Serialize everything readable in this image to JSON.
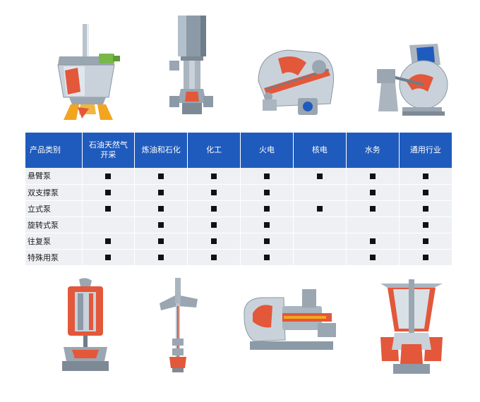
{
  "table": {
    "header": {
      "category": "产品类别",
      "industries": [
        "石油天然气\n开采",
        "炼油和石化",
        "化工",
        "火电",
        "核电",
        "水务",
        "通用行业"
      ]
    },
    "rows": [
      {
        "label": "悬臂泵",
        "marks": [
          1,
          1,
          1,
          1,
          1,
          1,
          1
        ]
      },
      {
        "label": "双支撑泵",
        "marks": [
          1,
          1,
          1,
          1,
          0,
          1,
          1
        ]
      },
      {
        "label": "立式泵",
        "marks": [
          1,
          1,
          1,
          1,
          1,
          1,
          1
        ]
      },
      {
        "label": "旋转式泵",
        "marks": [
          0,
          1,
          1,
          1,
          0,
          0,
          1
        ]
      },
      {
        "label": "往复泵",
        "marks": [
          1,
          1,
          1,
          1,
          0,
          1,
          1
        ]
      },
      {
        "label": "特殊用泵",
        "marks": [
          1,
          1,
          1,
          1,
          0,
          1,
          1
        ]
      }
    ]
  },
  "pumps": [
    {
      "name": "vertical-mixer-pump-illustration"
    },
    {
      "name": "inline-vertical-pump-illustration"
    },
    {
      "name": "split-case-pump-illustration"
    },
    {
      "name": "end-suction-pump-illustration"
    },
    {
      "name": "submersible-pump-illustration"
    },
    {
      "name": "vertical-turbine-pump-illustration"
    },
    {
      "name": "horizontal-process-pump-illustration"
    },
    {
      "name": "canned-vertical-pump-illustration"
    }
  ]
}
